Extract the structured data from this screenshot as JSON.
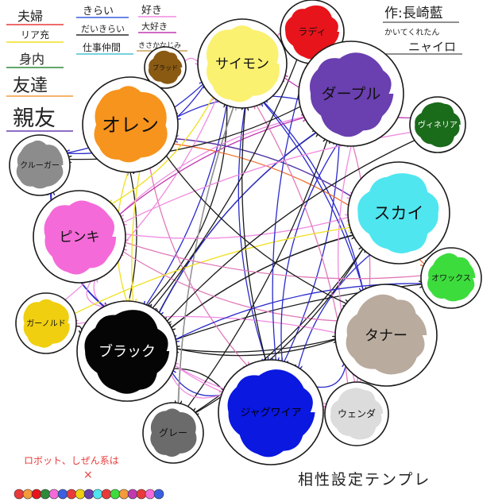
{
  "title": "相性設定テンプレ",
  "credit": {
    "line1": "作:長崎藍",
    "line2": "かいてくれたん",
    "line3": "ニャイロ"
  },
  "legend": [
    {
      "label": "夫婦",
      "color": "#e83a3a"
    },
    {
      "label": "リア充",
      "color": "#f0e020"
    },
    {
      "label": "身内",
      "color": "#2e8a3a"
    },
    {
      "label": "友達",
      "color": "#f39a3a"
    },
    {
      "label": "親友",
      "color": "#6a3fb0"
    },
    {
      "label": "きらい",
      "color": "#3a5fe0"
    },
    {
      "label": "だいきらい",
      "color": "#2a2a2a"
    },
    {
      "label": "仕事仲間",
      "color": "#4bc0d0"
    },
    {
      "label": "好き",
      "color": "#f08ae0"
    },
    {
      "label": "大好き",
      "color": "#c03ab0"
    },
    {
      "label": "きさかなじみ",
      "color": "#c8a060"
    }
  ],
  "characters": [
    {
      "id": "saimon",
      "label": "サイモン",
      "color": "#fbf170"
    },
    {
      "id": "rady",
      "label": "ラディ",
      "color": "#e8141b"
    },
    {
      "id": "brad",
      "label": "ブラッド",
      "color": "#8a5a12"
    },
    {
      "id": "orange",
      "label": "オレン",
      "color": "#f7941d"
    },
    {
      "id": "purple",
      "label": "ダープル",
      "color": "#6a3fb0"
    },
    {
      "id": "vinelia",
      "label": "ヴィネリア",
      "color": "#1a6b1a"
    },
    {
      "id": "grueger",
      "label": "クルーガー",
      "color": "#8c8c8c"
    },
    {
      "id": "pinky",
      "label": "ピンキ",
      "color": "#f46ad8"
    },
    {
      "id": "sky",
      "label": "スカイ",
      "color": "#4fe6f0"
    },
    {
      "id": "ox",
      "label": "オワックス",
      "color": "#3ddc3d"
    },
    {
      "id": "garnold",
      "label": "ガーノルド",
      "color": "#f0cf10"
    },
    {
      "id": "black",
      "label": "ブラック",
      "color": "#050505"
    },
    {
      "id": "tanner",
      "label": "タナー",
      "color": "#b9ab9e"
    },
    {
      "id": "gray",
      "label": "グレー",
      "color": "#6b6b6b"
    },
    {
      "id": "jaguar",
      "label": "ジャグワイア",
      "color": "#0a18e0"
    },
    {
      "id": "wanda",
      "label": "ウェンダ",
      "color": "#dcdcdc"
    }
  ],
  "footnote": {
    "line1": "ロボット、しぜん系は",
    "line2": "×"
  },
  "edge_colors": [
    "#1a1a1a",
    "#2a2acc",
    "#f08ae0",
    "#e07ab8",
    "#f07030",
    "#f0e020",
    "#9a9a9a",
    "#c03ab0",
    "#4a3aa0"
  ]
}
